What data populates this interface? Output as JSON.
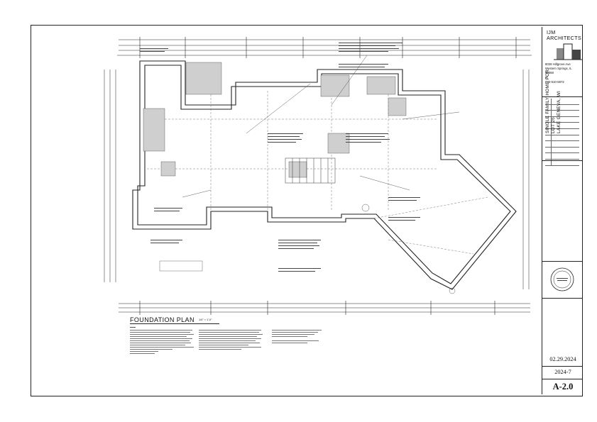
{
  "firm": {
    "name_line1": "IJM",
    "name_line2": "ARCHITECTS",
    "address_line1": "8028 Hillgrove Ave",
    "address_line2": "Western Springs, IL",
    "address_line3": "60558",
    "phone_label": "P:",
    "phone": "773-510-5872"
  },
  "project": {
    "line1": "SINGLE FAMILY HOME FOR",
    "line2": "LOT 26",
    "line3": "LAKE GENEVA, WI"
  },
  "sheet": {
    "date": "02.29.2024",
    "job_number": "2024-7",
    "sheet_number": "A-2.0"
  },
  "drawing": {
    "title": "FOUNDATION PLAN",
    "scale": "1/4\" = 1'-0\""
  }
}
